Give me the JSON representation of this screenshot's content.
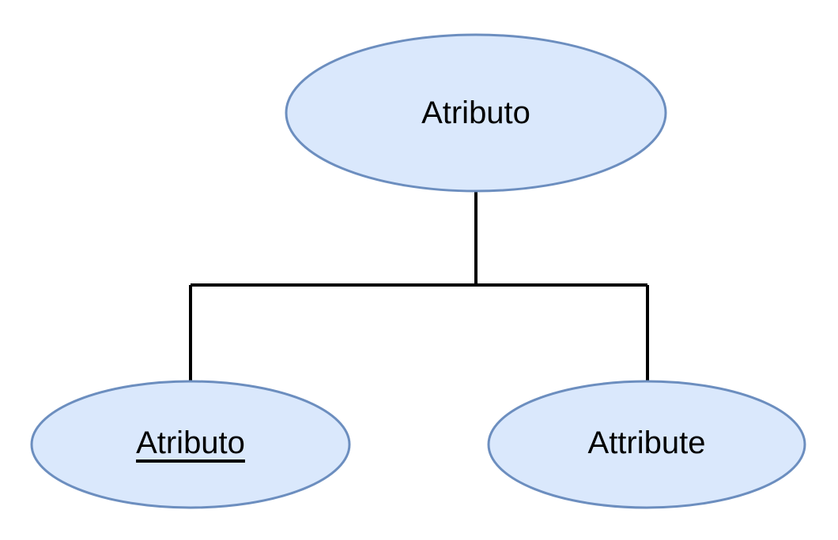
{
  "colors": {
    "ellipse_fill": "#dae8fc",
    "ellipse_stroke": "#6c8ebf",
    "line": "#000000",
    "text": "#000000"
  },
  "nodes": {
    "root": {
      "label": "Atributo",
      "underlined": false
    },
    "left": {
      "label": "Atributo",
      "underlined": true
    },
    "right": {
      "label": "Attribute",
      "underlined": false
    }
  }
}
